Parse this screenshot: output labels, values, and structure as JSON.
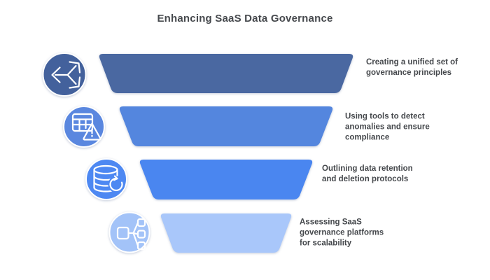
{
  "canvas": {
    "background": "#FFFFFF"
  },
  "title": {
    "text": "Enhancing SaaS Data Governance",
    "color": "#46494D"
  },
  "funnel": {
    "label_color": "#45484C",
    "icon_glyph_color": "#FFFFFF",
    "icon_ring_color": "#FFFFFF",
    "levels": [
      {
        "label": "Creating a unified set of\ngovernance principles",
        "segment_color": "#4A68A1",
        "icon": "cube-3d-arrows-icon",
        "icon_color": "#43619C"
      },
      {
        "label": "Using tools to detect\nanomalies and ensure\ncompliance",
        "segment_color": "#5486DE",
        "icon": "table-warning-icon",
        "icon_color": "#5A87DF"
      },
      {
        "label": "Outlining data retention\nand deletion protocols",
        "segment_color": "#4A86F0",
        "icon": "database-refresh-icon",
        "icon_color": "#4D88F2"
      },
      {
        "label": "Assessing SaaS\ngovernance platforms\nfor scalability",
        "segment_color": "#A9C7FA",
        "icon": "flow-branch-icon",
        "icon_color": "#A3C3F8"
      }
    ]
  }
}
